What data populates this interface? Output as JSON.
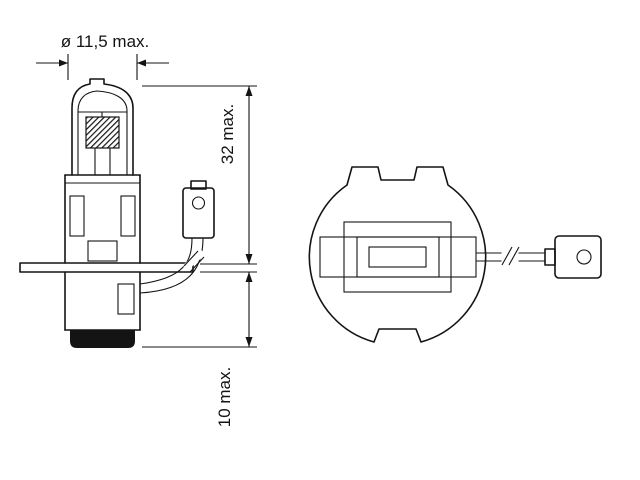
{
  "figure": {
    "background": "#ffffff",
    "line_color": "#141414"
  },
  "dimensions": {
    "diameter_label": "ø 11,5 max.",
    "height_label": "32 max.",
    "depth_label": "10 max."
  }
}
